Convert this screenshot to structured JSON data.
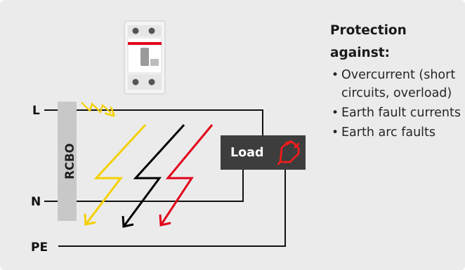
{
  "diagram": {
    "device_label": "RCBO",
    "conductors": {
      "line": "L",
      "neutral": "N",
      "earth": "PE"
    },
    "load": {
      "label": "Load",
      "icon": "plug-icon"
    },
    "fault_arrow_colors": [
      "#f5d000",
      "#000000",
      "#e3001b"
    ],
    "colors": {
      "load_box": "#3d3d3d",
      "plug_icon": "#ff1a1a",
      "rcbo_bar": "#c8c8c8",
      "background": "#ebebeb"
    }
  },
  "protection": {
    "title": "Protection against:",
    "items": [
      "Overcurrent (short circuits, overload)",
      "Earth fault currents",
      "Earth arc faults"
    ]
  }
}
